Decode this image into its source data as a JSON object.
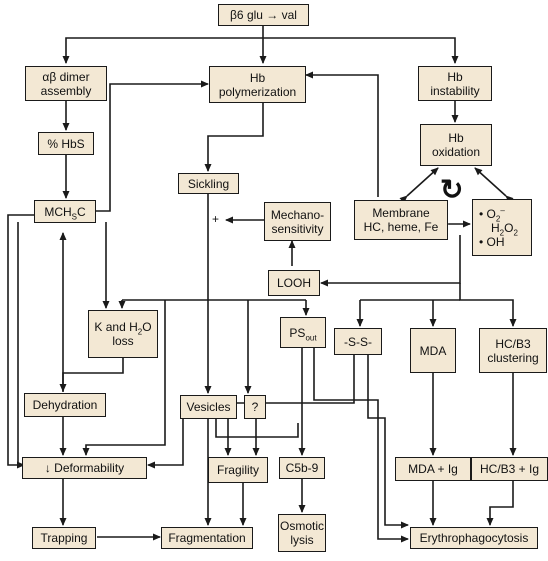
{
  "nodes": {
    "b6": "β6 glu → val",
    "assembly_l1": "αβ dimer",
    "assembly_l2": "assembly",
    "poly_l1": "Hb",
    "poly_l2": "polymerization",
    "instab_l1": "Hb",
    "instab_l2": "instability",
    "hbs": "% HbS",
    "oxid_l1": "Hb",
    "oxid_l2": "oxidation",
    "sickling": "Sickling",
    "mchc_main": "MCH",
    "mchc_sub": "S",
    "mchc_end": "C",
    "mech_l1": "Mechano-",
    "mech_l2": "sensitivity",
    "memb_l1": "Membrane",
    "memb_l2": "HC, heme, Fe",
    "ros_o2_bullet": "• O",
    "ros_o2_sub": "2",
    "ros_o2_sup": "–",
    "ros_h_main": "H",
    "ros_h_sub1": "2",
    "ros_h_o": "O",
    "ros_h_sub2": "2",
    "ros_oh": "• OH",
    "looh": "LOOH",
    "kh2o_l1": "K and H",
    "kh2o_sub": "2",
    "kh2o_o": "O",
    "kh2o_l2": "loss",
    "ps_main": "PS",
    "ps_sub": "out",
    "sss": "-S-S-",
    "mda": "MDA",
    "hcb3_l1": "HC/B3",
    "hcb3_l2": "clustering",
    "dehyd": "Dehydration",
    "vesicles": "Vesicles",
    "question": "?",
    "deform": "↓ Deformability",
    "fragility": "Fragility",
    "c5b9": "C5b-9",
    "mdaig": "MDA + Ig",
    "hcb3ig": "HC/B3 + Ig",
    "trapping": "Trapping",
    "fragmentation": "Fragmentation",
    "osmotic_l1": "Osmotic",
    "osmotic_l2": "lysis",
    "erythro": "Erythrophagocytosis"
  },
  "symbols": {
    "plus": "+",
    "cycle": "↻"
  },
  "colors": {
    "box_fill": "#f3e8d4",
    "stroke": "#1a1a1a"
  }
}
